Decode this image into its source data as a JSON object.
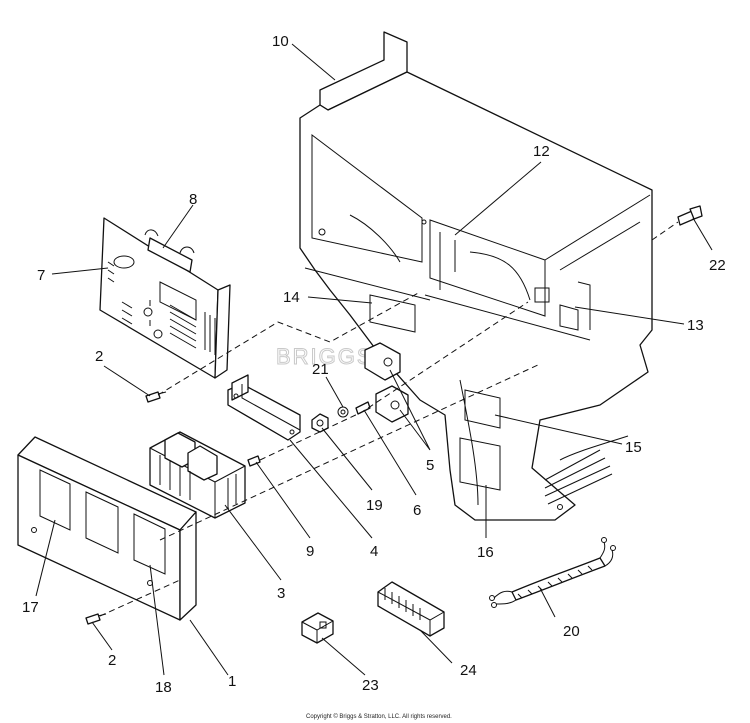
{
  "watermark": "BRIGGS&STRATTON",
  "copyright": "Copyright © Briggs & Stratton, LLC. All rights reserved.",
  "callouts": [
    {
      "id": "c10",
      "label": "10"
    },
    {
      "id": "c12",
      "label": "12"
    },
    {
      "id": "c8",
      "label": "8"
    },
    {
      "id": "c7",
      "label": "7"
    },
    {
      "id": "c22",
      "label": "22"
    },
    {
      "id": "c14",
      "label": "14"
    },
    {
      "id": "c13",
      "label": "13"
    },
    {
      "id": "c2a",
      "label": "2"
    },
    {
      "id": "c21",
      "label": "21"
    },
    {
      "id": "c15",
      "label": "15"
    },
    {
      "id": "c5",
      "label": "5"
    },
    {
      "id": "c19",
      "label": "19"
    },
    {
      "id": "c6",
      "label": "6"
    },
    {
      "id": "c16",
      "label": "16"
    },
    {
      "id": "c9",
      "label": "9"
    },
    {
      "id": "c4",
      "label": "4"
    },
    {
      "id": "c3",
      "label": "3"
    },
    {
      "id": "c17",
      "label": "17"
    },
    {
      "id": "c20",
      "label": "20"
    },
    {
      "id": "c2b",
      "label": "2"
    },
    {
      "id": "c18",
      "label": "18"
    },
    {
      "id": "c1",
      "label": "1"
    },
    {
      "id": "c23",
      "label": "23"
    },
    {
      "id": "c24",
      "label": "24"
    }
  ]
}
